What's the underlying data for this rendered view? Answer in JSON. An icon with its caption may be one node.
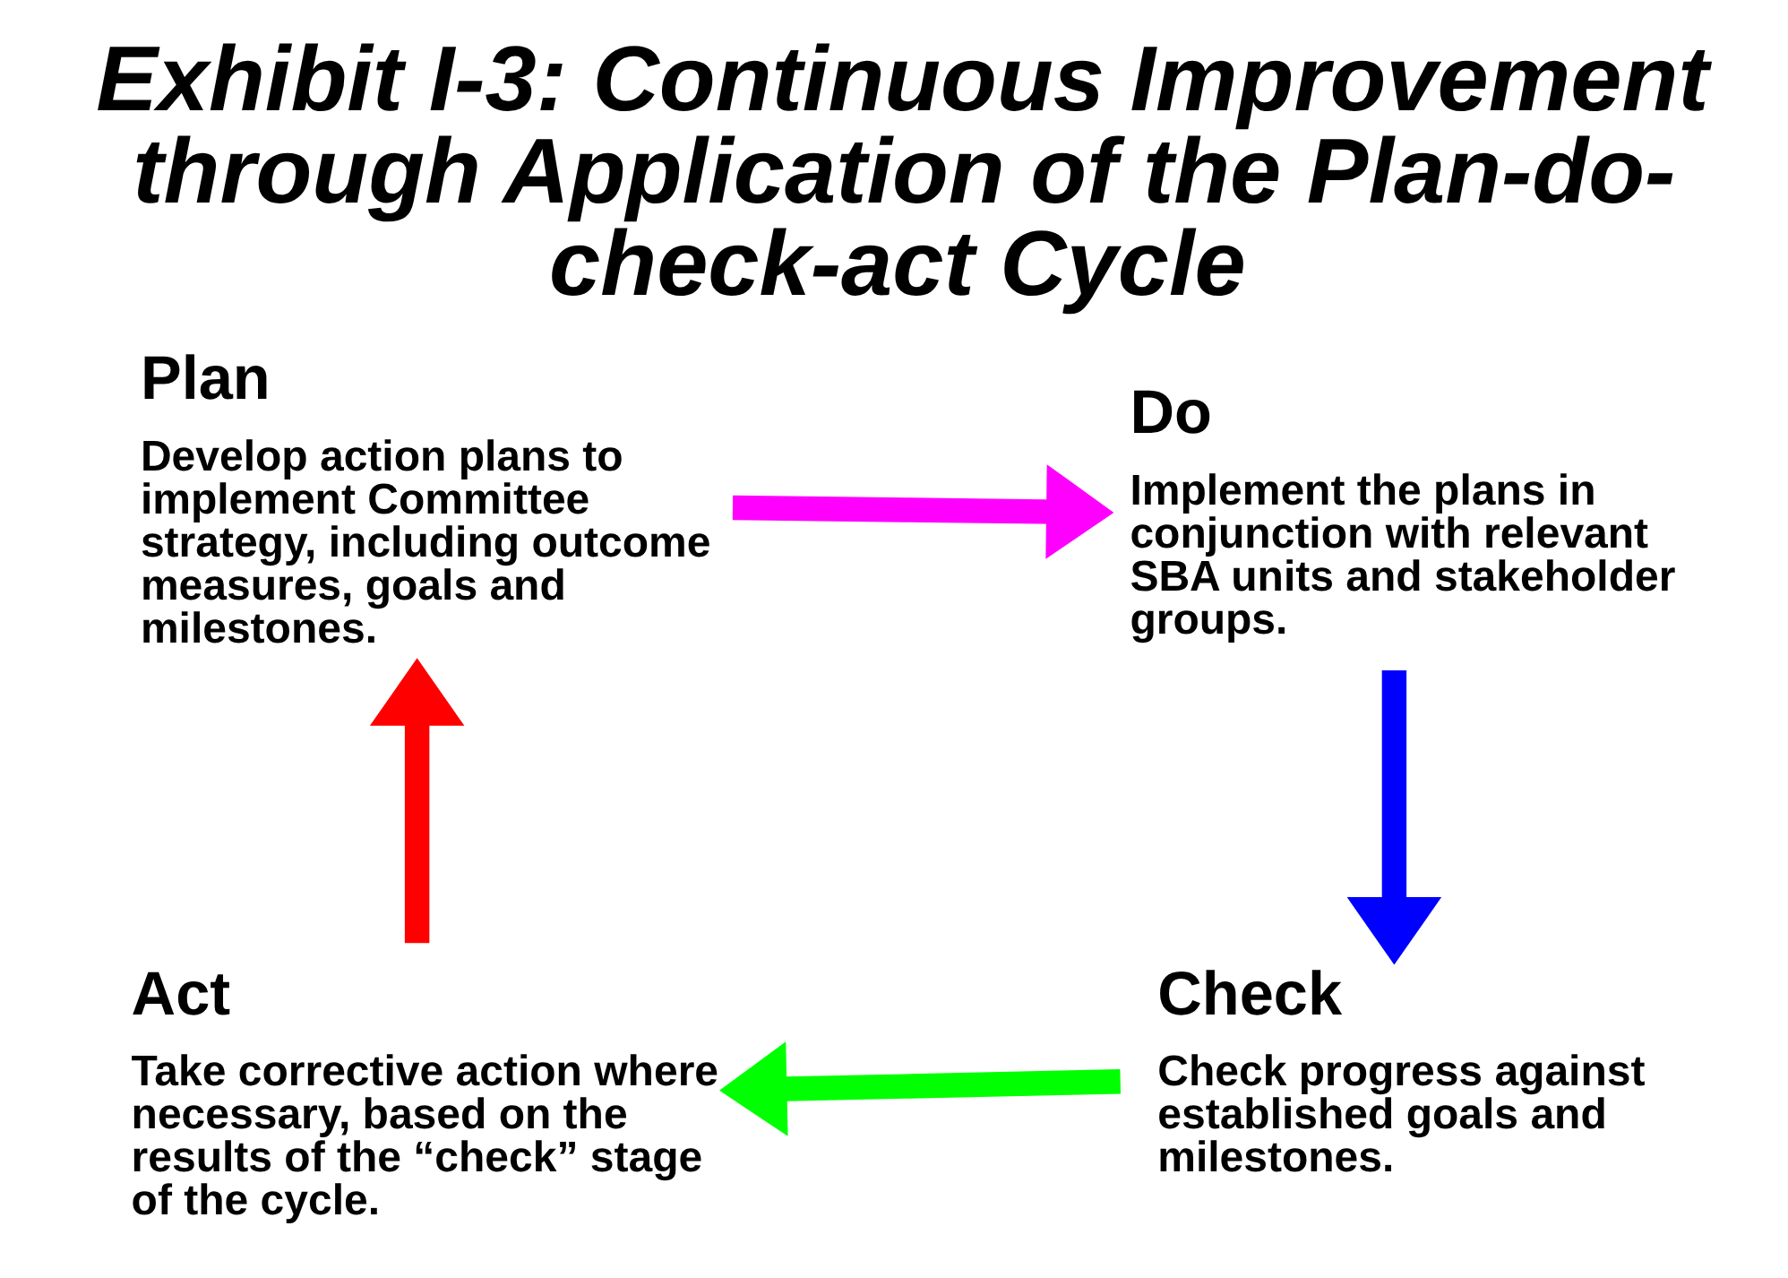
{
  "diagram": {
    "title": "Exhibit I-3: Continuous Improvement through Application of the Plan-do-check-act Cycle",
    "nodes": [
      {
        "text": [
          "Plan",
          "Develop action plans to implement Committee strategy, including outcome measures, goals and milestones."
        ]
      },
      {
        "text": [
          "Do",
          "Implement the plans in conjunction with relevant SBA units and stakeholder groups."
        ]
      },
      {
        "text": [
          "Check",
          "Check progress against established goals and milestones."
        ]
      },
      {
        "text": [
          "Act",
          "Take corrective action where necessary, based on the results of the “check” stage of the cycle."
        ]
      }
    ],
    "edges": [
      {
        "from": 0,
        "to": 1,
        "arrow": "to",
        "color": "#ff00ff"
      },
      {
        "from": 1,
        "to": 2,
        "arrow": "to",
        "color": "#0000ff"
      },
      {
        "from": 2,
        "to": 3,
        "arrow": "to",
        "color": "#00ff00"
      },
      {
        "from": 3,
        "to": 0,
        "arrow": "to",
        "color": "#ff0000"
      }
    ]
  }
}
